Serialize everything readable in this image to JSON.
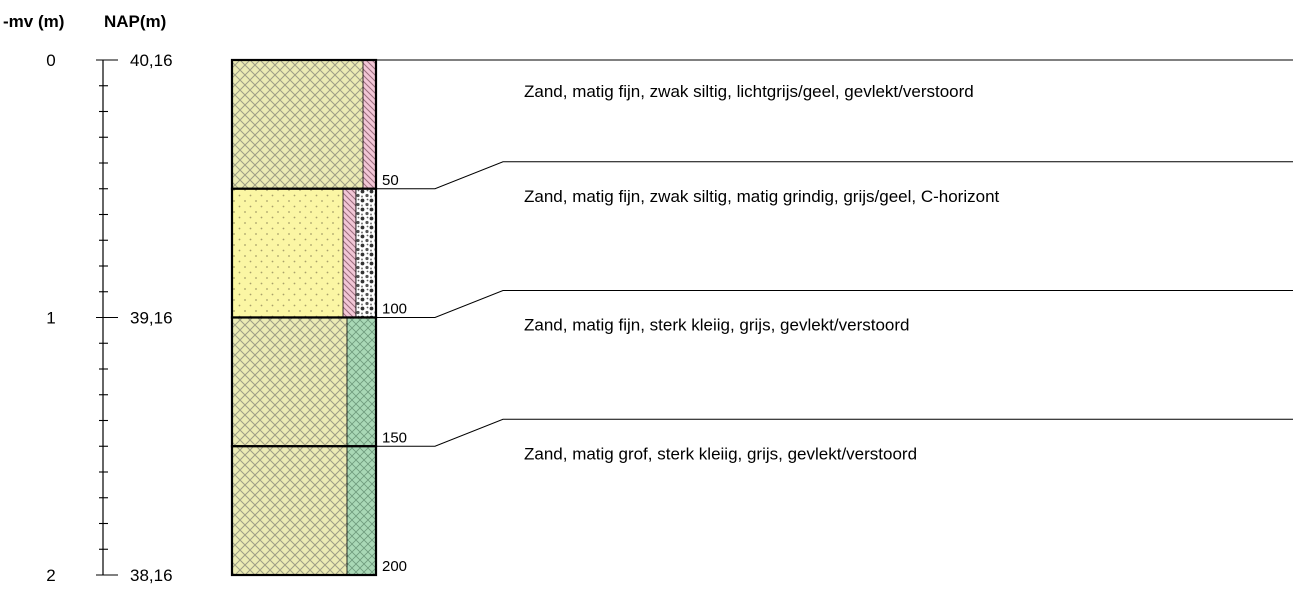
{
  "headers": {
    "mv": "-mv (m)",
    "nap": "NAP(m)"
  },
  "scale": [
    {
      "mv": "0",
      "nap": "40,16",
      "depth_m": 0
    },
    {
      "mv": "1",
      "nap": "39,16",
      "depth_m": 1
    },
    {
      "mv": "2",
      "nap": "38,16",
      "depth_m": 2
    }
  ],
  "layers": [
    {
      "top_cm": 0,
      "bottom_cm": 50,
      "bottom_label": "50",
      "description": "Zand, matig fijn, zwak siltig, lichtgrijs/geel, gevlekt/verstoord",
      "main": "sand-hatched",
      "strips": [
        "humus-pink"
      ]
    },
    {
      "top_cm": 50,
      "bottom_cm": 100,
      "bottom_label": "100",
      "description": "Zand, matig fijn, zwak siltig, matig grindig, grijs/geel, C-horizont",
      "main": "sand-dotted",
      "strips": [
        "humus-pink",
        "gravel"
      ]
    },
    {
      "top_cm": 100,
      "bottom_cm": 150,
      "bottom_label": "150",
      "description": "Zand, matig fijn, sterk kleiig, grijs, gevlekt/verstoord",
      "main": "sand-hatched",
      "strips": [
        "clay-green"
      ]
    },
    {
      "top_cm": 150,
      "bottom_cm": 200,
      "bottom_label": "200",
      "description": "Zand, matig grof, sterk kleiig, grijs, gevlekt/verstoord",
      "main": "sand-hatched",
      "strips": [
        "clay-green"
      ]
    }
  ],
  "colors": {
    "sand_hatched": "#ecebb4",
    "sand_dotted": "#fbf6a4",
    "humus": "#f2c6d6",
    "clay": "#a9d8b6",
    "gravel": "#ffffff"
  }
}
